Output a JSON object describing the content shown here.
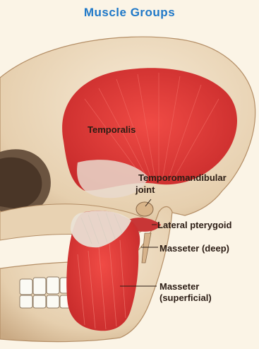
{
  "title": "Muscle Groups",
  "labels": {
    "temporalis": "Temporalis",
    "tmj_line1": "Temporomandibular",
    "tmj_line2": "joint",
    "lateral_pterygoid": "Lateral pterygoid",
    "masseter_deep": "Masseter (deep)",
    "masseter_superficial_line1": "Masseter",
    "masseter_superficial_line2": "(superficial)"
  },
  "colors": {
    "title": "#1f78c8",
    "muscle": "#e23a3a",
    "bone": "#efdcc0",
    "tendon": "#e8e2d8",
    "label_text": "#2b1c14"
  }
}
